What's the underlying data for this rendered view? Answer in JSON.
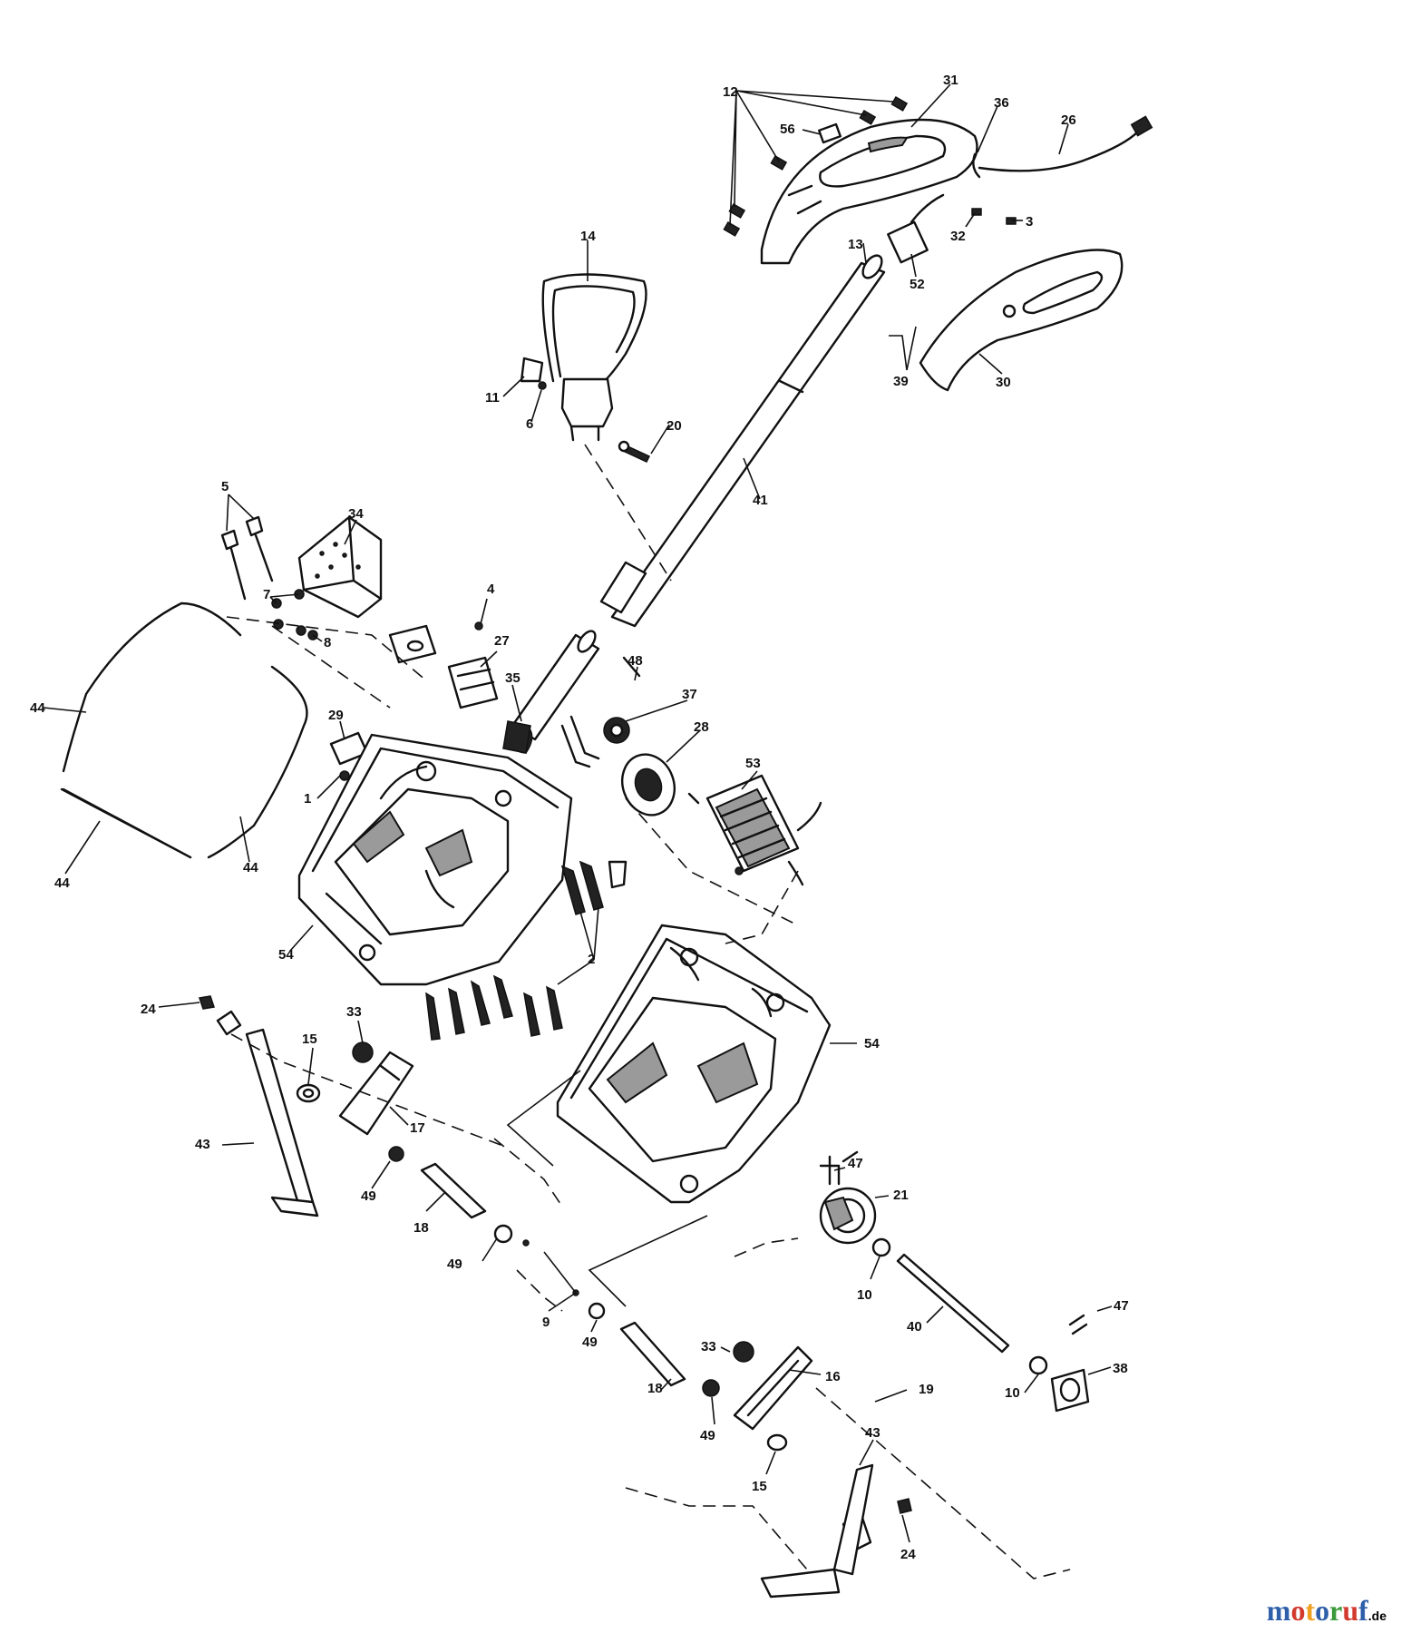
{
  "callouts": [
    {
      "text": "12"
    },
    {
      "text": "31"
    },
    {
      "text": "36"
    },
    {
      "text": "26"
    },
    {
      "text": "56"
    },
    {
      "text": "3"
    },
    {
      "text": "32"
    },
    {
      "text": "13"
    },
    {
      "text": "52"
    },
    {
      "text": "14"
    },
    {
      "text": "39"
    },
    {
      "text": "30"
    },
    {
      "text": "11"
    },
    {
      "text": "6"
    },
    {
      "text": "20"
    },
    {
      "text": "41"
    },
    {
      "text": "5"
    },
    {
      "text": "34"
    },
    {
      "text": "7"
    },
    {
      "text": "8"
    },
    {
      "text": "4"
    },
    {
      "text": "27"
    },
    {
      "text": "44"
    },
    {
      "text": "29"
    },
    {
      "text": "35"
    },
    {
      "text": "48"
    },
    {
      "text": "37"
    },
    {
      "text": "28"
    },
    {
      "text": "1"
    },
    {
      "text": "53"
    },
    {
      "text": "44"
    },
    {
      "text": "44"
    },
    {
      "text": "2"
    },
    {
      "text": "54"
    },
    {
      "text": "24"
    },
    {
      "text": "33"
    },
    {
      "text": "15"
    },
    {
      "text": "17"
    },
    {
      "text": "43"
    },
    {
      "text": "49"
    },
    {
      "text": "18"
    },
    {
      "text": "54"
    },
    {
      "text": "47"
    },
    {
      "text": "21"
    },
    {
      "text": "49"
    },
    {
      "text": "9"
    },
    {
      "text": "10"
    },
    {
      "text": "40"
    },
    {
      "text": "47"
    },
    {
      "text": "49"
    },
    {
      "text": "33"
    },
    {
      "text": "16"
    },
    {
      "text": "18"
    },
    {
      "text": "10"
    },
    {
      "text": "38"
    },
    {
      "text": "49"
    },
    {
      "text": "43"
    },
    {
      "text": "19"
    },
    {
      "text": "15"
    },
    {
      "text": "24"
    }
  ],
  "watermark": {
    "chars": [
      {
        "t": "m",
        "c": "#2e5fa8"
      },
      {
        "t": "o",
        "c": "#d23a2e"
      },
      {
        "t": "t",
        "c": "#f0a020"
      },
      {
        "t": "o",
        "c": "#2e5fa8"
      },
      {
        "t": "r",
        "c": "#3a9a3a"
      },
      {
        "t": "u",
        "c": "#d23a2e"
      },
      {
        "t": "f",
        "c": "#2e5fa8"
      }
    ],
    "tld": ".de"
  }
}
